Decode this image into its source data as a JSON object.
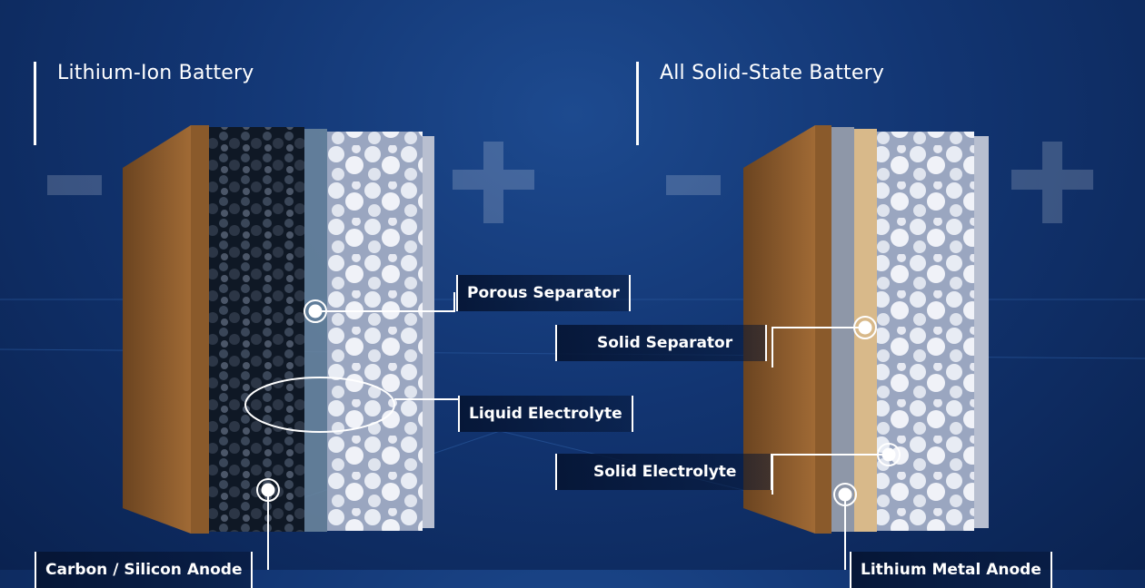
{
  "titles": {
    "left": "Lithium-Ion Battery",
    "right": "All Solid-State Battery"
  },
  "labels": {
    "porous_separator": "Porous Separator",
    "liquid_electrolyte": "Liquid Electrolyte",
    "carbon_silicon_anode": "Carbon / Silicon Anode",
    "solid_separator": "Solid Separator",
    "solid_electrolyte": "Solid Electrolyte",
    "lithium_metal_anode": "Lithium Metal Anode"
  },
  "colors": {
    "background": "#123572",
    "collector_copper": "#8a5a2b",
    "collector_aluminum": "#b8bfd0",
    "solid_separator": "#d8b98a",
    "anode_graphite": "#1e2a3a"
  }
}
